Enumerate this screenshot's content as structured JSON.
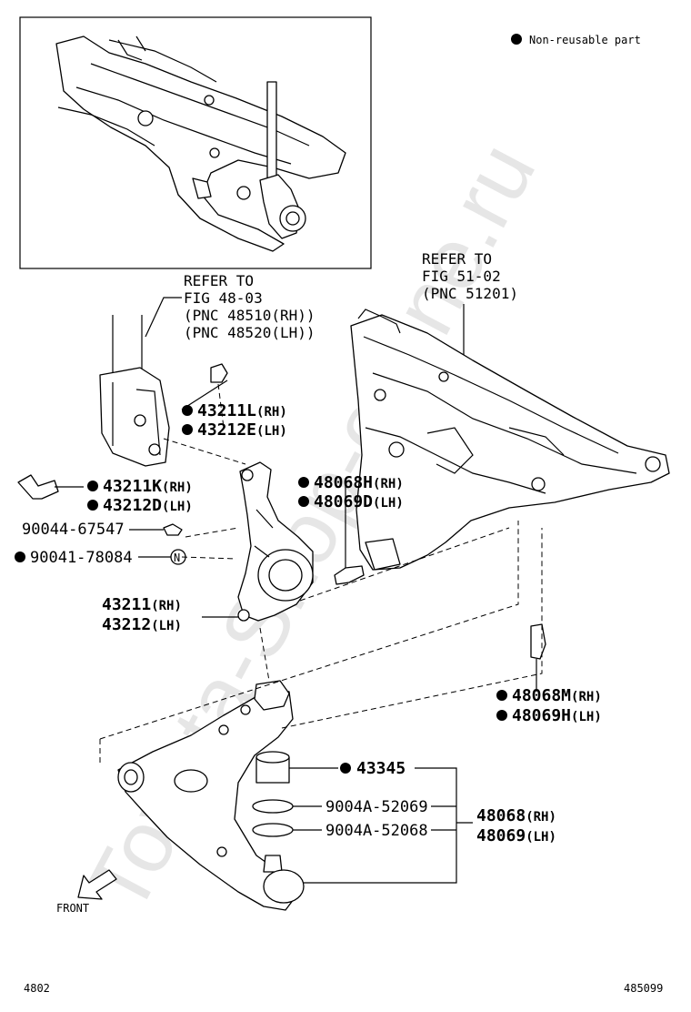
{
  "legend": {
    "symbol": "●",
    "text": "Non-reusable part"
  },
  "watermark": "Toyota-Shop-online.ru",
  "refs": {
    "strut": [
      "REFER TO",
      "FIG 48-03",
      "(PNC 48510(RH))",
      "(PNC 48520(LH))"
    ],
    "crossmember": [
      "REFER TO",
      "FIG 51-02",
      "(PNC 51201)"
    ]
  },
  "parts": {
    "p43211L": {
      "code": "43211L",
      "side": "(RH)",
      "nonreusable": true
    },
    "p43212E": {
      "code": "43212E",
      "side": "(LH)",
      "nonreusable": true
    },
    "p43211K": {
      "code": "43211K",
      "side": "(RH)",
      "nonreusable": true
    },
    "p43212D": {
      "code": "43212D",
      "side": "(LH)",
      "nonreusable": true
    },
    "p90044": {
      "code": "90044-67547"
    },
    "p90041": {
      "code": "90041-78084",
      "nonreusable": true
    },
    "p43211": {
      "code": "43211",
      "side": "(RH)"
    },
    "p43212": {
      "code": "43212",
      "side": "(LH)"
    },
    "p48068H": {
      "code": "48068H",
      "side": "(RH)",
      "nonreusable": true
    },
    "p48069D": {
      "code": "48069D",
      "side": "(LH)",
      "nonreusable": true
    },
    "p48068M": {
      "code": "48068M",
      "side": "(RH)",
      "nonreusable": true
    },
    "p48069H": {
      "code": "48069H",
      "side": "(LH)",
      "nonreusable": true
    },
    "p43345": {
      "code": "43345",
      "nonreusable": true
    },
    "p9004A52069": {
      "code": "9004A-52069"
    },
    "p9004A52068": {
      "code": "9004A-52068"
    },
    "p48068": {
      "code": "48068",
      "side": "(RH)"
    },
    "p48069": {
      "code": "48069",
      "side": "(LH)"
    }
  },
  "front_label": "FRONT",
  "footer": {
    "left": "4802",
    "right": "485099"
  }
}
